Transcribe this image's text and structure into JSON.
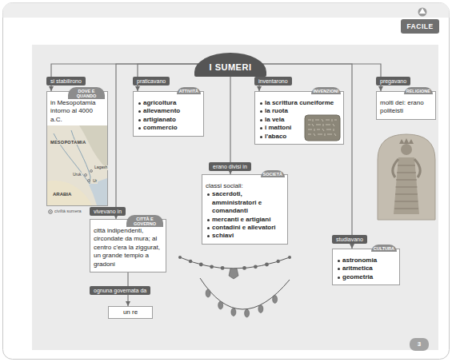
{
  "diagram": {
    "nodes": [
      {
        "text": [
          "I SUMERI"
        ]
      },
      {
        "text": [
          "si stabilirono"
        ]
      },
      {
        "text": [
          "praticavano"
        ]
      },
      {
        "text": [
          "inventarono"
        ]
      },
      {
        "text": [
          "pregavano"
        ]
      },
      {
        "text": [
          "DOVE E QUANDO",
          "in Mesopotamia intorno al 4000 a.C."
        ]
      },
      {
        "text": [
          "ATTIVITÀ",
          "agricoltura",
          "allevamento",
          "artigianato",
          "commercio"
        ]
      },
      {
        "text": [
          "INVENZIONI",
          "la scrittura cuneiforme",
          "la ruota",
          "la vela",
          "i mattoni",
          "l'abaco"
        ]
      },
      {
        "text": [
          "RELIGIONE",
          "molti dei: erano politeisti"
        ]
      },
      {
        "text": [
          "erano divisi in"
        ]
      },
      {
        "text": [
          "SOCIETÀ",
          "classi sociali:",
          "sacerdoti, amministratori e comandanti",
          "mercanti e artigiani",
          "contadini e allevatori",
          "schiavi"
        ]
      },
      {
        "text": [
          "vivevano in"
        ]
      },
      {
        "text": [
          "CITTÀ E GOVERNO",
          "città indipendenti, circondate da mura; al centro c'era la ziggurat, un grande tempio a gradoni"
        ]
      },
      {
        "text": [
          "studiavano"
        ]
      },
      {
        "text": [
          "CULTURA",
          "astronomia",
          "aritmetica",
          "geometria"
        ]
      },
      {
        "text": [
          "ognuna governata da"
        ]
      },
      {
        "text": [
          "un re"
        ]
      }
    ],
    "edges": [
      {
        "from": 0,
        "to": 1,
        "arrow": "none"
      },
      {
        "from": 0,
        "to": 2,
        "arrow": "none"
      },
      {
        "from": 0,
        "to": 3,
        "arrow": "none"
      },
      {
        "from": 0,
        "to": 4,
        "arrow": "none"
      },
      {
        "from": 0,
        "to": 9,
        "arrow": "none"
      },
      {
        "from": 0,
        "to": 11,
        "arrow": "none"
      },
      {
        "from": 0,
        "to": 13,
        "arrow": "none"
      },
      {
        "from": 1,
        "to": 5,
        "arrow": "to"
      },
      {
        "from": 2,
        "to": 6,
        "arrow": "to"
      },
      {
        "from": 3,
        "to": 7,
        "arrow": "to"
      },
      {
        "from": 4,
        "to": 8,
        "arrow": "to"
      },
      {
        "from": 9,
        "to": 10,
        "arrow": "to"
      },
      {
        "from": 11,
        "to": 12,
        "arrow": "to"
      },
      {
        "from": 13,
        "to": 14,
        "arrow": "to"
      },
      {
        "from": 12,
        "to": 15,
        "arrow": "none"
      },
      {
        "from": 15,
        "to": 16,
        "arrow": "to"
      }
    ],
    "labels": [
      "FACILE",
      "MESOPOTAMIA",
      "Lagash",
      "Uruk",
      "Ur",
      "ARABIA",
      "3"
    ],
    "legend": [
      {
        "text": "civiltà sumera"
      }
    ]
  }
}
